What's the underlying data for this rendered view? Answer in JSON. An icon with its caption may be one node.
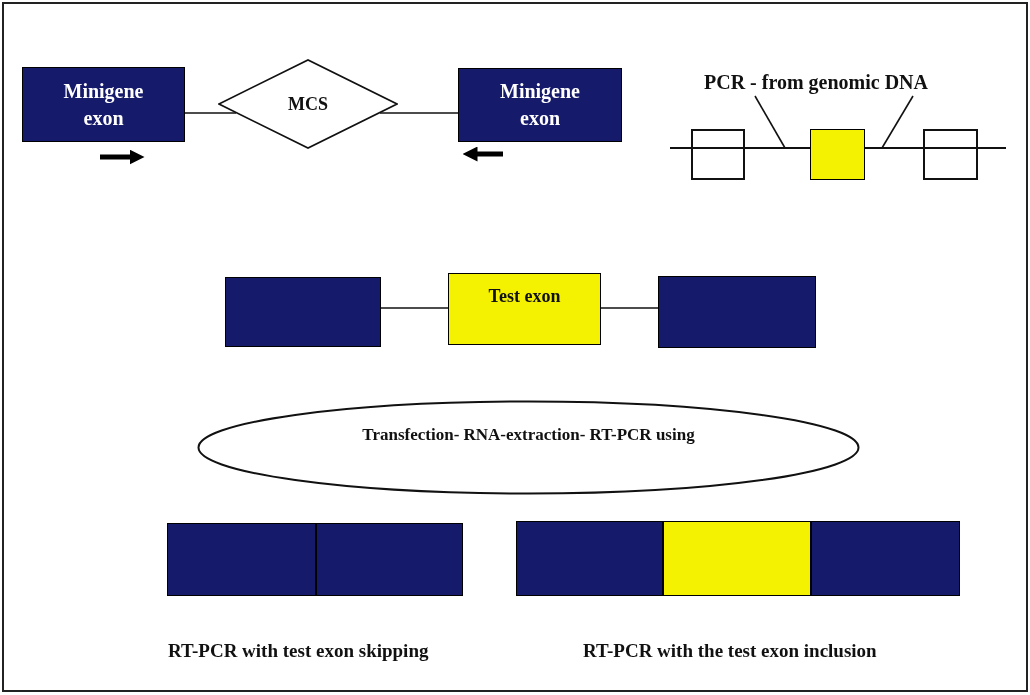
{
  "diagram": {
    "nodes": [
      {
        "text": [
          "Minigene exon"
        ]
      },
      {
        "text": [
          "MCS"
        ]
      },
      {
        "text": [
          "Minigene exon"
        ]
      },
      {
        "text": [
          "PCR - from genomic DNA"
        ]
      },
      {
        "text": [],
        "shape": "box"
      },
      {
        "text": [],
        "shape": "box"
      },
      {
        "text": [],
        "shape": "box"
      },
      {
        "text": [],
        "shape": "box"
      },
      {
        "text": [
          "Test exon"
        ]
      },
      {
        "text": [],
        "shape": "box"
      },
      {
        "text": [
          "Transfection- RNA-extraction- RT-PCR using"
        ]
      },
      {
        "text": [],
        "shape": "box"
      },
      {
        "text": [],
        "shape": "box"
      },
      {
        "text": [],
        "shape": "box"
      },
      {
        "text": [],
        "shape": "box"
      },
      {
        "text": [],
        "shape": "box"
      }
    ],
    "edges": [
      {
        "from": 0,
        "to": 1,
        "arrow": "none"
      },
      {
        "from": 1,
        "to": 2,
        "arrow": "none"
      },
      {
        "from": 3,
        "to": null,
        "arrow": "none"
      },
      {
        "from": 3,
        "to": null,
        "arrow": "none"
      },
      {
        "from": 4,
        "to": 5,
        "arrow": "none"
      },
      {
        "from": 5,
        "to": 6,
        "arrow": "none"
      },
      {
        "from": 7,
        "to": 8,
        "arrow": "none"
      },
      {
        "from": 8,
        "to": 9,
        "arrow": "none"
      }
    ],
    "labels": [
      "RT-PCR with test exon skipping",
      "RT-PCR with the test exon inclusion"
    ]
  }
}
